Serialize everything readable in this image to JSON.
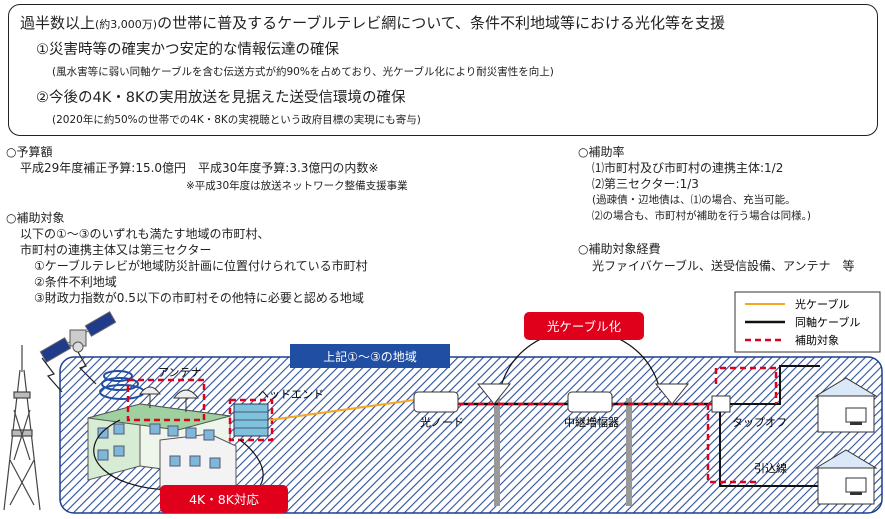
{
  "summary": {
    "title_prefix": "過半数以上",
    "title_count": "(約3,000万)",
    "title_suffix": "の世帯に普及するケーブルテレビ網について、条件不利地域等における光化等を支援",
    "goal1": "①災害時等の確実かつ安定的な情報伝達の確保",
    "goal1_note": "(風水害等に弱い同軸ケーブルを含む伝送方式が約90%を占めており、光ケーブル化により耐災害性を向上)",
    "goal2": "②今後の4K・8Kの実用放送を見据えた送受信環境の確保",
    "goal2_note": "(2020年に約50%の世帯での4K・8Kの実視聴という政府目標の実現にも寄与)"
  },
  "budget": {
    "heading": "○予算額",
    "line": "平成29年度補正予算:15.0億円　平成30年度予算:3.3億円の内数※",
    "note": "※平成30年度は放送ネットワーク整備支援事業"
  },
  "target": {
    "heading": "○補助対象",
    "line1": "以下の①～③のいずれも満たす地域の市町村、",
    "line2": "市町村の連携主体又は第三セクター",
    "items": [
      "①ケーブルテレビが地域防災計画に位置付けられている市町村",
      "②条件不利地域",
      "③財政力指数が0.5以下の市町村その他特に必要と認める地域"
    ]
  },
  "rate": {
    "heading": "○補助率",
    "line1": "⑴市町村及び市町村の連携主体:1/2",
    "line2": "⑵第三セクター:1/3",
    "note1": "(過疎債・辺地債は、⑴の場合、充当可能。",
    "note2": "⑵の場合も、市町村が補助を行う場合は同様。)"
  },
  "expense": {
    "heading": "○補助対象経費",
    "line": "光ファイバケーブル、送受信設備、アンテナ　等"
  },
  "legend": {
    "items": [
      {
        "label": "光ケーブル",
        "color": "#f5a623"
      },
      {
        "label": "同軸ケーブル",
        "color": "#111111"
      },
      {
        "label": "補助対象",
        "color": "#e0001b"
      }
    ]
  },
  "diagram": {
    "region_label": "上記①～③の地域",
    "fiber_badge": "光ケーブル化",
    "k_badge": "4K・8K対応",
    "antenna": "アンテナ",
    "headend": "ヘッドエンド",
    "optical_node": "光ノード",
    "amplifier": "中継増幅器",
    "tapoff": "タップオフ",
    "dropline": "引込線"
  },
  "colors": {
    "region_fill": "#1d3f8f",
    "badge_blue": "#1f4ea3",
    "badge_red": "#e0001b",
    "fiber": "#f5a623"
  }
}
